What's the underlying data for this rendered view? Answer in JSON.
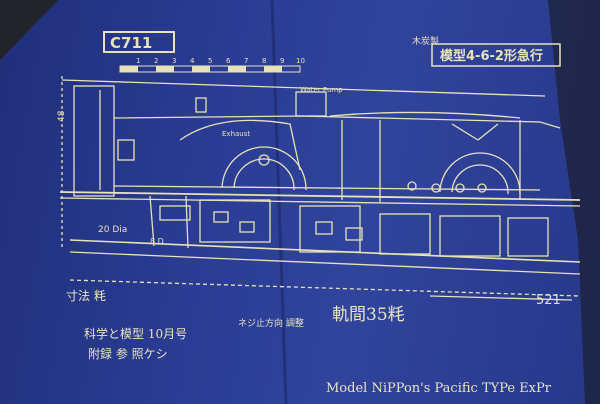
{
  "plate": {
    "model_code": "C711",
    "small_note": "木炭製"
  },
  "title_block": {
    "title": "模型4-6-2形急行"
  },
  "scale_bar": {
    "ticks": [
      "1",
      "2",
      "3",
      "4",
      "5",
      "6",
      "7",
      "8",
      "9",
      "10"
    ]
  },
  "callouts": {
    "water_pump": "Water Pump",
    "exhaust": "Exhaust",
    "cylinder_dia": "20 Dia",
    "dim_48": "48",
    "dim_8": "8 D"
  },
  "bottom": {
    "left_label": "寸法 粍",
    "gauge_label": "軌間35粍",
    "small_note": "ネジ止方向 調整",
    "number": "521",
    "source_line1": "科学と模型 10月号",
    "source_line2": "附録 参 照ケシ",
    "english_title": "Model NiPPon's Pacific TYPe ExPr"
  },
  "colors": {
    "paper": "#2a3c93",
    "ink": "#e8e2b8",
    "background": "#27262b"
  }
}
